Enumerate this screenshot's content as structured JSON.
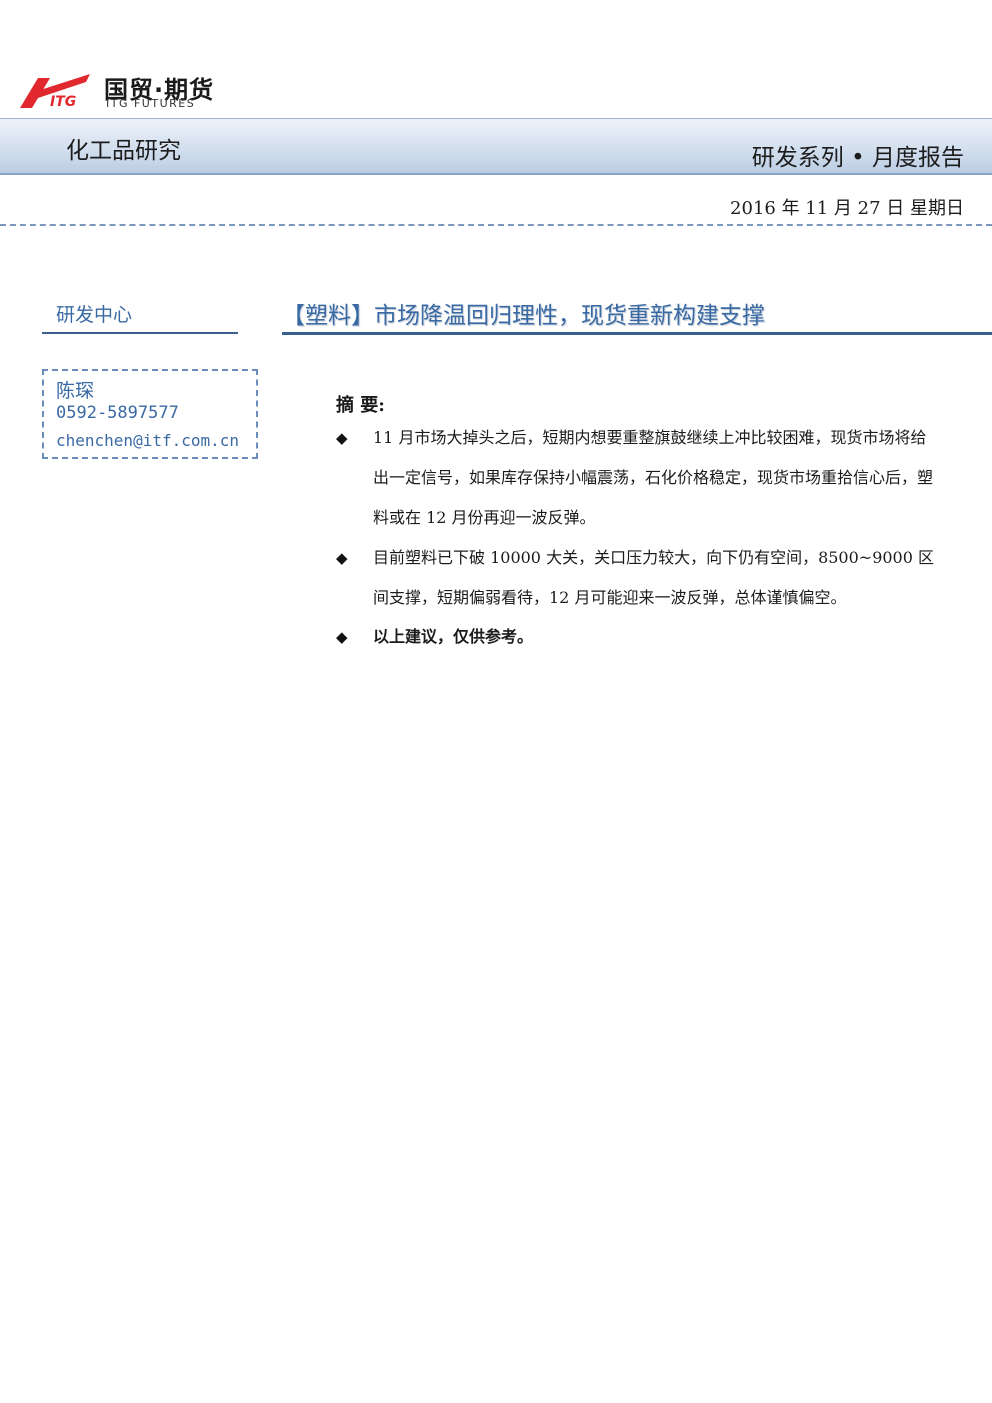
{
  "logo": {
    "mark_text": "ITG",
    "name_cn": "国贸·期货",
    "name_en": "ITG FUTURES",
    "brand_color": "#e0282e"
  },
  "header": {
    "category": "化工品研究",
    "series": "研发系列 • 月度报告"
  },
  "date": "2016 年 11 月 27 日  星期日",
  "sidebar": {
    "department": "研发中心",
    "contact": {
      "name": "陈琛",
      "phone": "0592-5897577",
      "email": "chenchen@itf.com.cn"
    }
  },
  "report": {
    "title": "【塑料】市场降温回归理性，现货重新构建支撑",
    "summary_heading": "摘  要:",
    "bullet_icon": "diamond-bullet-icon",
    "bullets": [
      "11 月市场大掉头之后，短期内想要重整旗鼓继续上冲比较困难，现货市场将给出一定信号，如果库存保持小幅震荡，石化价格稳定，现货市场重拾信心后，塑料或在 12 月份再迎一波反弹。",
      "目前塑料已下破 10000 大关，关口压力较大，向下仍有空间，8500~9000 区间支撑，短期偏弱看待，12 月可能迎来一波反弹，总体谨慎偏空。",
      "以上建议，仅供参考。"
    ]
  },
  "colors": {
    "accent_blue": "#3a6aa4",
    "rule_blue": "#3b5f8e",
    "band_blue": "#d3dfee"
  }
}
